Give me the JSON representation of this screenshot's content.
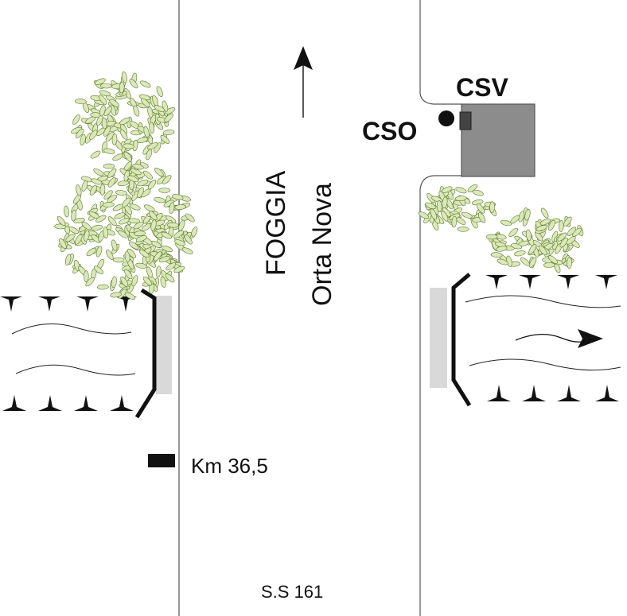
{
  "labels": {
    "destination_top": "FOGGIA",
    "destination_bottom": "Orta Nova",
    "csv": "CSV",
    "cso": "CSO",
    "km_marker": "Km 36,5",
    "road_name": "S.S 161"
  },
  "colors": {
    "background": "#ffffff",
    "road_edge": "#555555",
    "ink": "#111111",
    "building_fill": "#8c8c8c",
    "building_stroke": "#555555",
    "embankment": "#d9d9d9",
    "leaf_fill": "#dbe8b8",
    "leaf_stroke": "#5a7a2a"
  },
  "icons": {
    "north_arrow": "arrow-up-icon",
    "flow_arrow": "arrow-right-icon",
    "station_dot": "circle-icon",
    "km_marker": "rectangle-marker-icon"
  }
}
